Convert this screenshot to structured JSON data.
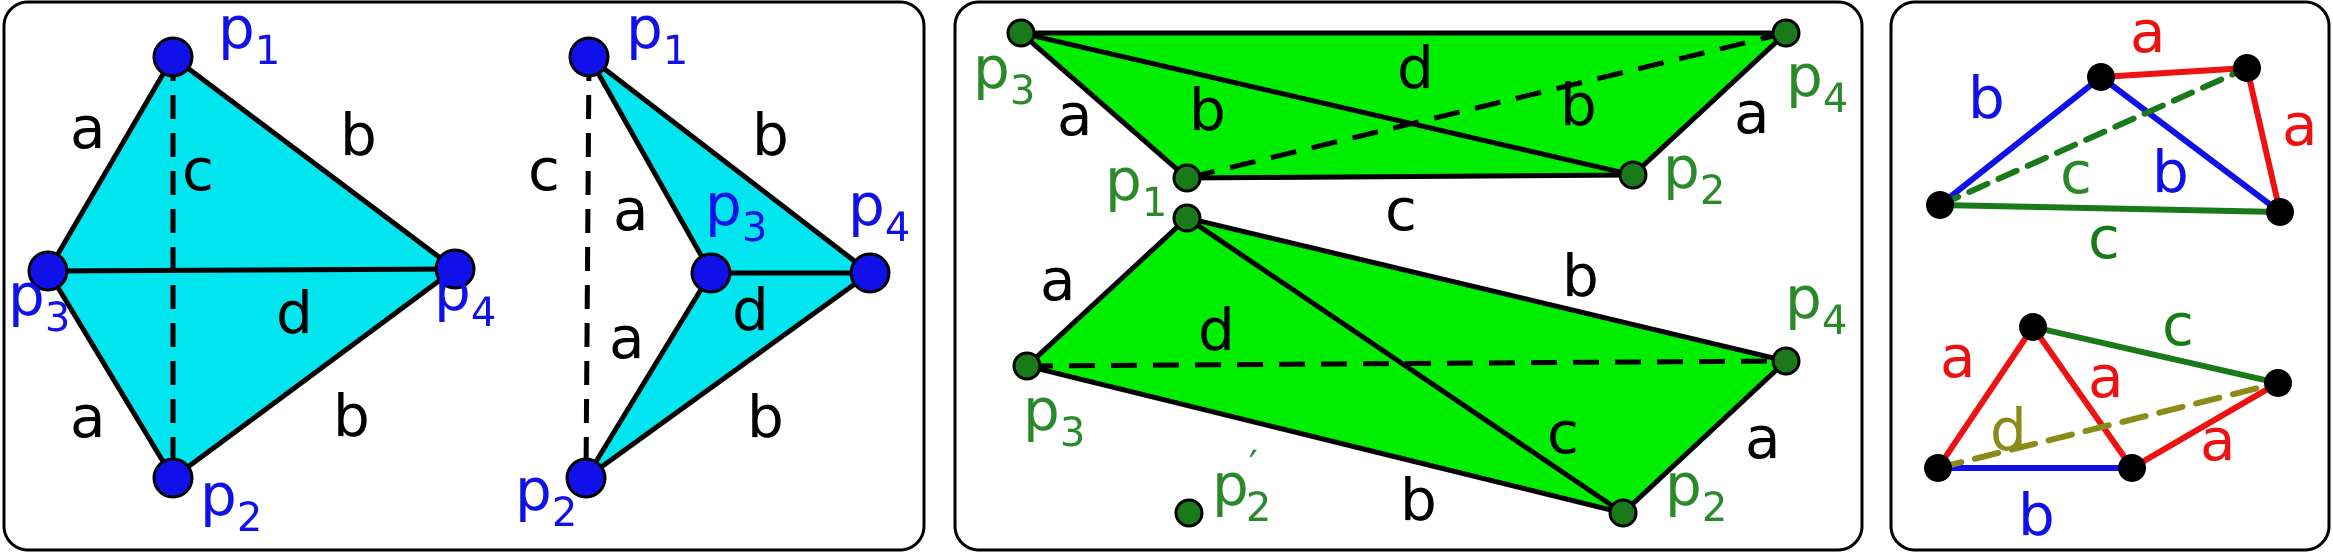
{
  "colors": {
    "blue": "#1010e8",
    "cyan": "#00e5ee",
    "green_fill": "#00ee00",
    "dark_green": "#1a7a1a",
    "label_green": "#2a8a2a",
    "red": "#ee1111",
    "olive": "#8b8b1a",
    "black": "#000000"
  },
  "panel1": {
    "tetra_left": {
      "p1": {
        "base": "p",
        "sub": "1"
      },
      "p2": {
        "base": "p",
        "sub": "2"
      },
      "p3": {
        "base": "p",
        "sub": "3"
      },
      "p4": {
        "base": "p",
        "sub": "4"
      },
      "edge_a_top": "a",
      "edge_a_bottom": "a",
      "edge_b_top": "b",
      "edge_b_bottom": "b",
      "edge_c": "c",
      "edge_d": "d"
    },
    "tetra_right": {
      "p1": {
        "base": "p",
        "sub": "1"
      },
      "p2": {
        "base": "p",
        "sub": "2"
      },
      "p3": {
        "base": "p",
        "sub": "3"
      },
      "p4": {
        "base": "p",
        "sub": "4"
      },
      "edge_a_top": "a",
      "edge_a_bottom": "a",
      "edge_b_top": "b",
      "edge_b_bottom": "b",
      "edge_c": "c",
      "edge_d": "d"
    }
  },
  "panel2": {
    "top": {
      "p1": {
        "base": "p",
        "sub": "1"
      },
      "p2": {
        "base": "p",
        "sub": "2"
      },
      "p3": {
        "base": "p",
        "sub": "3"
      },
      "p4": {
        "base": "p",
        "sub": "4"
      },
      "edge_a_left": "a",
      "edge_a_right": "a",
      "edge_b_left": "b",
      "edge_b_right": "b",
      "edge_c": "c",
      "edge_d": "d"
    },
    "bottom": {
      "p2": {
        "base": "p",
        "sub": "2"
      },
      "p3": {
        "base": "p",
        "sub": "3"
      },
      "p4": {
        "base": "p",
        "sub": "4"
      },
      "p2_prime": {
        "base": "p",
        "sup": "′",
        "sub": "2"
      },
      "edge_a_left": "a",
      "edge_a_right": "a",
      "edge_b_top": "b",
      "edge_b_bottom": "b",
      "edge_c": "c",
      "edge_d": "d"
    }
  },
  "panel3": {
    "top": {
      "edge_a_top": "a",
      "edge_a_right": "a",
      "edge_b_left": "b",
      "edge_b_inner": "b",
      "edge_c_dashed": "c",
      "edge_c_bottom": "c"
    },
    "bottom": {
      "edge_a_left": "a",
      "edge_a_inner": "a",
      "edge_a_right": "a",
      "edge_b": "b",
      "edge_c": "c",
      "edge_d": "d"
    }
  }
}
